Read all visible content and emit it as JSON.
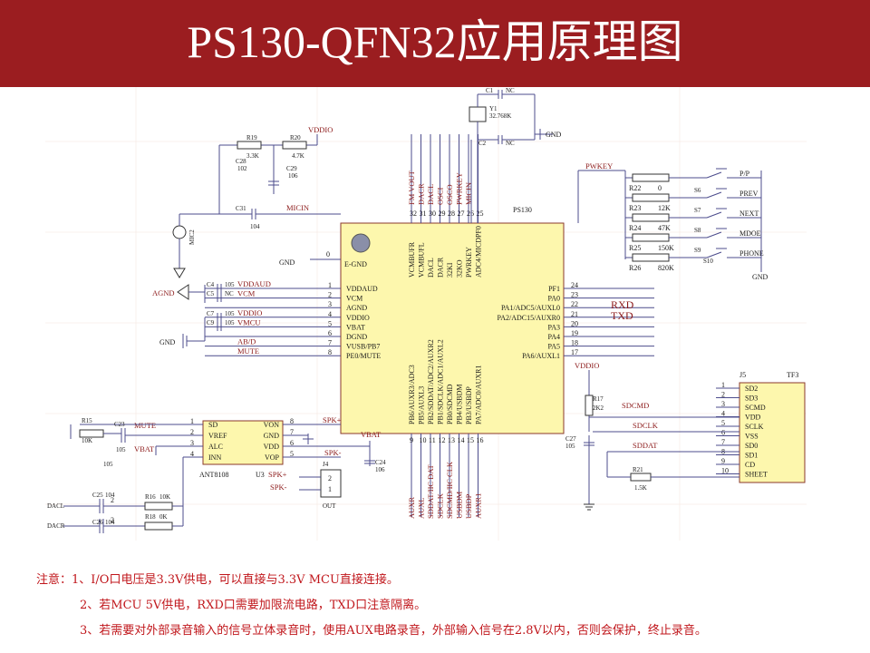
{
  "title": "PS130-QFN32应用原理图",
  "notes": [
    "注意：1、I/O口电压是3.3V供电，可以直接与3.3V MCU直接连接。",
    "2、若MCU 5V供电，RXD口需要加限流电路，TXD口注意隔离。",
    "3、若需要对外部录音输入的信号立体录音时，使用AUX电路录音，外部输入信号在2.8V以内，否则会保护，终止录音。"
  ],
  "main_ic": {
    "name": "PS130",
    "pad": "E-GND",
    "top_pins": [
      {
        "num": "32",
        "label": "VCMBUFR"
      },
      {
        "num": "31",
        "label": "VCMBUFL"
      },
      {
        "num": "30",
        "label": "DACL"
      },
      {
        "num": "29",
        "label": "DACR"
      },
      {
        "num": "28",
        "label": "32KI"
      },
      {
        "num": "27",
        "label": "32KO"
      },
      {
        "num": "26",
        "label": "PWRKEY"
      },
      {
        "num": "25",
        "label": "ADC4/MICDPF0"
      }
    ],
    "top_nets": [
      "FM VOUT",
      "DACR",
      "DACL",
      "OSCI",
      "OSCO",
      "PWRKEY",
      "MICIN"
    ],
    "left_pins": [
      {
        "num": "1",
        "label": "VDDAUD"
      },
      {
        "num": "2",
        "label": "VCM"
      },
      {
        "num": "3",
        "label": "AGND"
      },
      {
        "num": "4",
        "label": "VDDIO"
      },
      {
        "num": "5",
        "label": "VBAT"
      },
      {
        "num": "6",
        "label": "DGND"
      },
      {
        "num": "7",
        "label": "VUSB/PB7"
      },
      {
        "num": "8",
        "label": "PE0/MUTE"
      }
    ],
    "left_nets": [
      "VDDAUD",
      "VCM",
      "",
      "VDDIO",
      "VMCU",
      "",
      "AB/D",
      "MUTE"
    ],
    "right_pins": [
      {
        "num": "24",
        "label": "PF1"
      },
      {
        "num": "23",
        "label": "PA0"
      },
      {
        "num": "22",
        "label": "PA1/ADC5/AUXL0"
      },
      {
        "num": "21",
        "label": "PA2/ADC15/AUXR0"
      },
      {
        "num": "20",
        "label": "PA3"
      },
      {
        "num": "19",
        "label": "PA4"
      },
      {
        "num": "18",
        "label": "PA5"
      },
      {
        "num": "17",
        "label": "PA6/AUXL1"
      }
    ],
    "bottom_pins": [
      {
        "num": "9",
        "label": "PB6/AUXR3/ADC3"
      },
      {
        "num": "10",
        "label": "PB5/AUXL3"
      },
      {
        "num": "11",
        "label": "PB2/SDDAT/ADC2/AUXR2"
      },
      {
        "num": "12",
        "label": "PB1/SDCLK/ADC1/AUXL2"
      },
      {
        "num": "13",
        "label": "PB0/SDCMD"
      },
      {
        "num": "14",
        "label": "PB4/USBDM"
      },
      {
        "num": "15",
        "label": "PB3/USBDP"
      },
      {
        "num": "16",
        "label": "PA7/ADC0/AUXR1"
      }
    ],
    "bottom_nets": [
      "AUXR",
      "AUXL",
      "SDDAT/IIC DAT",
      "SDCLK",
      "SDCMD/IIC CLK",
      "USBDM",
      "USBDP",
      "AUXR1"
    ],
    "pin0_label": "0"
  },
  "uart": {
    "rx": "RXD",
    "tx": "TXD"
  },
  "labels": {
    "gnd": "GND",
    "agnd": "AGND",
    "vddio": "VDDIO",
    "vbat": "VBAT",
    "micin": "MICIN",
    "mic": "MIC2",
    "mute": "MUTE",
    "spk_pos": "SPK+",
    "spk_neg": "SPK-",
    "dacl": "DACL",
    "dacr": "DACR"
  },
  "crystal": {
    "c1": "C1",
    "c1v": "NC",
    "c2": "C2",
    "c2v": "NC",
    "y": "Y1",
    "yv": "32.768K"
  },
  "mic_bias": {
    "r19": "R19",
    "r19v": "3.3K",
    "r20": "R20",
    "r20v": "4.7K",
    "c28": "C28",
    "c28v": "102",
    "c29": "C29",
    "c29v": "106",
    "c31": "C31",
    "c31v": "104"
  },
  "left_caps": [
    {
      "ref": "C4",
      "val": "105"
    },
    {
      "ref": "C5",
      "val": "NC"
    },
    {
      "ref": "C7",
      "val": "105"
    },
    {
      "ref": "C9",
      "val": "105"
    }
  ],
  "keys": {
    "net": "PWKEY",
    "rows": [
      {
        "r": "R22",
        "rv": "0",
        "s": "",
        "btn": "P/P"
      },
      {
        "r": "R23",
        "rv": "12K",
        "s": "S6",
        "btn": "PREV"
      },
      {
        "r": "R24",
        "rv": "47K",
        "s": "S7",
        "btn": "NEXT"
      },
      {
        "r": "R25",
        "rv": "150K",
        "s": "S8",
        "btn": "MDOE"
      },
      {
        "r": "R26",
        "rv": "820K",
        "s": "S9",
        "btn": "PHONE"
      }
    ],
    "s10": "S10"
  },
  "amp": {
    "name": "ANT8108",
    "ref": "U3",
    "left": [
      {
        "num": "1",
        "label": "SD"
      },
      {
        "num": "2",
        "label": "VREF"
      },
      {
        "num": "3",
        "label": "ALC"
      },
      {
        "num": "4",
        "label": "INN"
      }
    ],
    "right": [
      {
        "num": "8",
        "label": "VON"
      },
      {
        "num": "7",
        "label": "GND"
      },
      {
        "num": "6",
        "label": "VDD"
      },
      {
        "num": "5",
        "label": "VOP"
      }
    ],
    "r15": "R15",
    "r15v": "10K",
    "c23": "C23",
    "c23v": "105",
    "c105": "105",
    "c24": "C24",
    "c24v": "106"
  },
  "spk_conn": {
    "ref": "J4",
    "p2": "2",
    "p1": "1",
    "name": "OUT"
  },
  "aux": {
    "c25": "C25",
    "c25v": "104",
    "c26": "C26",
    "c26v": "104",
    "r16": "R16",
    "r16v": "10K",
    "r18": "R18",
    "r18v": "0K",
    "n2a": "2",
    "n2b": "2"
  },
  "tf": {
    "ref": "J5",
    "name": "TF3",
    "pins": [
      {
        "num": "1",
        "label": "SD2"
      },
      {
        "num": "2",
        "label": "SD3"
      },
      {
        "num": "3",
        "label": "SCMD"
      },
      {
        "num": "4",
        "label": "VDD"
      },
      {
        "num": "5",
        "label": "SCLK"
      },
      {
        "num": "6",
        "label": "VSS"
      },
      {
        "num": "7",
        "label": "SD0"
      },
      {
        "num": "8",
        "label": "SD1"
      },
      {
        "num": "9",
        "label": "CD"
      },
      {
        "num": "10",
        "label": "SHEET"
      }
    ],
    "sdcmd": "SDCMD",
    "sdclk": "SDCLK",
    "sddat": "SDDAT",
    "r17": "R17",
    "r17v": "2K2",
    "c27": "C27",
    "c27v": "105",
    "r21": "R21",
    "r21v": "1.5K"
  }
}
